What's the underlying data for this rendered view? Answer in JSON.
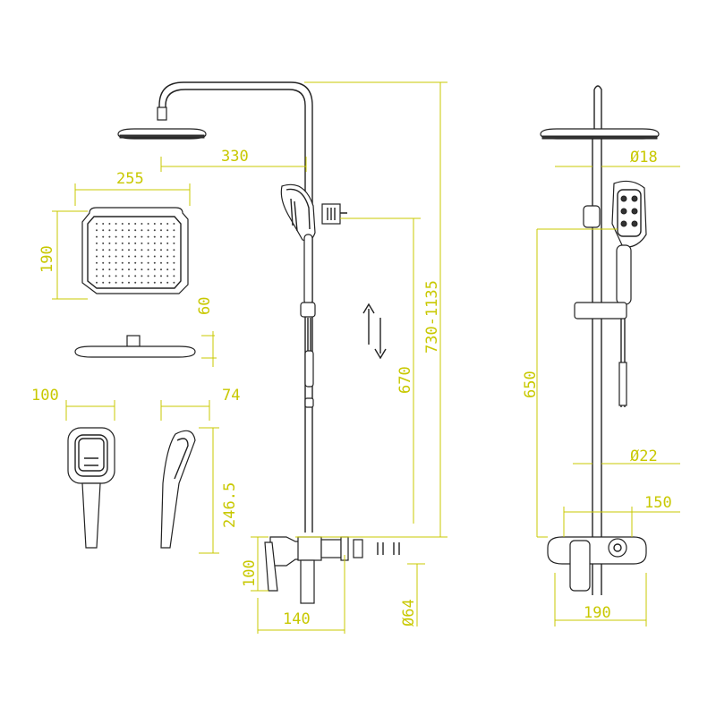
{
  "dimensions": {
    "overhead_arm": "330",
    "head_width": "255",
    "head_depth": "190",
    "head_thickness": "60",
    "hand_width": "100",
    "hand_depth": "74",
    "hand_length": "246.5",
    "slider_travel": "670",
    "total_height": "730-1135",
    "mixer_height": "100",
    "mixer_depth": "140",
    "mixer_body_dia": "Ø64",
    "top_pipe_dia": "Ø18",
    "rail_height": "650",
    "riser_dia": "Ø22",
    "centers": "150",
    "mixer_width": "190"
  },
  "arrow_icon": "up-down-arrow-icon"
}
